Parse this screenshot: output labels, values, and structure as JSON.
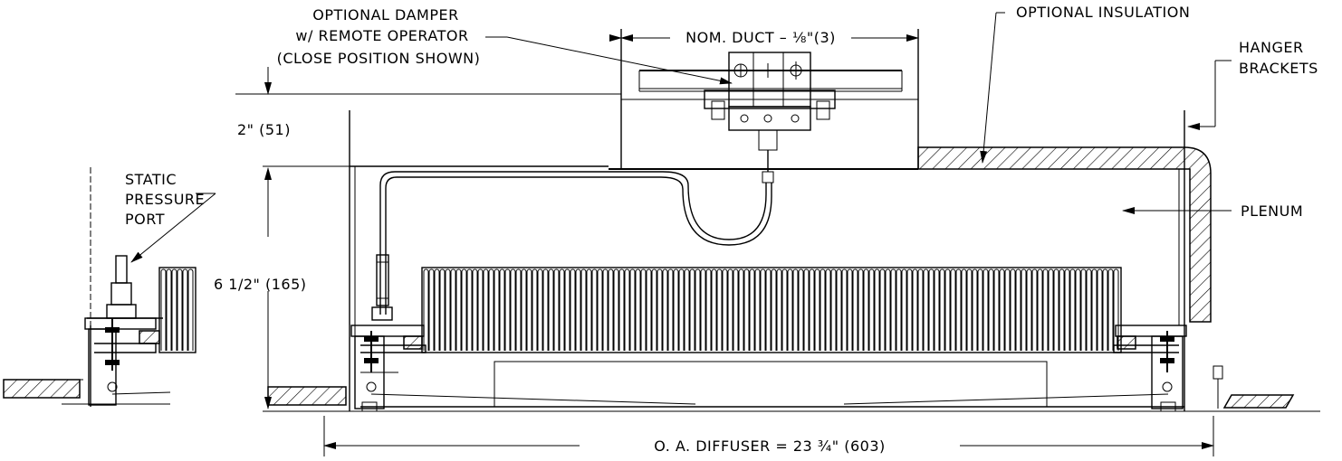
{
  "labels": {
    "damper_line1": "OPTIONAL DAMPER",
    "damper_line2": "w/ REMOTE OPERATOR",
    "damper_line3": "(CLOSE POSITION SHOWN)",
    "nom_duct": "NOM. DUCT – ⅛\"(3)",
    "optional_insulation": "OPTIONAL INSULATION",
    "hanger_line1": "HANGER",
    "hanger_line2": "BRACKETS",
    "dim_2in": "2\"  (51)",
    "static_line1": "STATIC",
    "static_line2": "PRESSURE",
    "static_line3": "PORT",
    "plenum": "PLENUM",
    "dim_6_5in": "6 1/2\"  (165)",
    "oa_diffuser": "O. A. DIFFUSER  =  23 ¾\"  (603)"
  }
}
